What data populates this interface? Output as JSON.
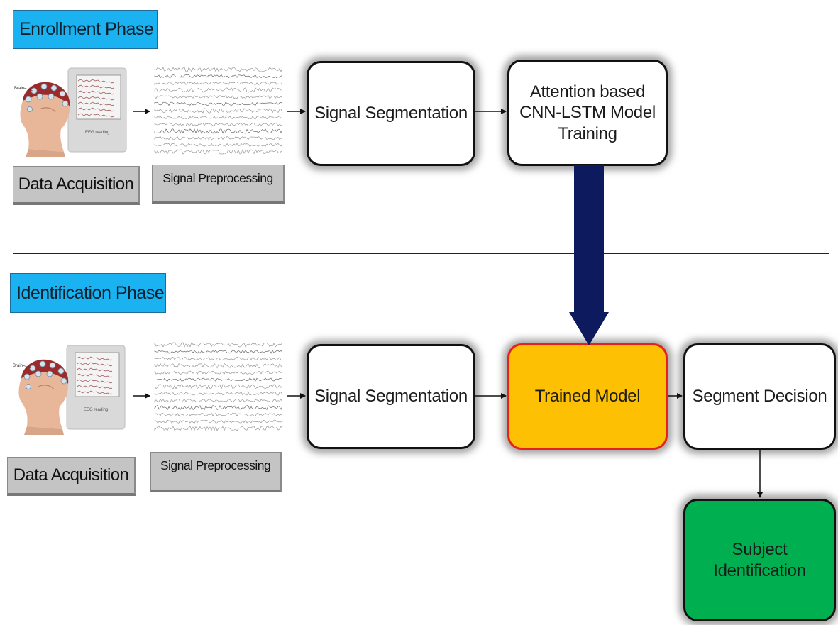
{
  "enrollment": {
    "phase_label": "Enrollment Phase",
    "data_acquisition": "Data Acquisition",
    "signal_preprocessing": "Signal Preprocessing",
    "signal_segmentation": "Signal Segmentation",
    "model_training": "Attention based\nCNN-LSTM Model\nTraining",
    "illustration": {
      "brain_label": "Brain",
      "eeg_label": "EEG reading"
    }
  },
  "identification": {
    "phase_label": "Identification Phase",
    "data_acquisition": "Data Acquisition",
    "signal_preprocessing": "Signal Preprocessing",
    "signal_segmentation": "Signal Segmentation",
    "trained_model": "Trained Model",
    "segment_decision": "Segment Decision",
    "subject_identification": "Subject\nIdentification",
    "illustration": {
      "brain_label": "Brain",
      "eeg_label": "EEG reading"
    }
  },
  "colors": {
    "phase_label_bg": "#1ab2f0",
    "trained_model_bg": "#fdc002",
    "trained_model_border": "#e8201b",
    "subject_identification_bg": "#00b050",
    "big_arrow": "#0e1a5e",
    "gray_label_bg": "#c4c4c4"
  }
}
